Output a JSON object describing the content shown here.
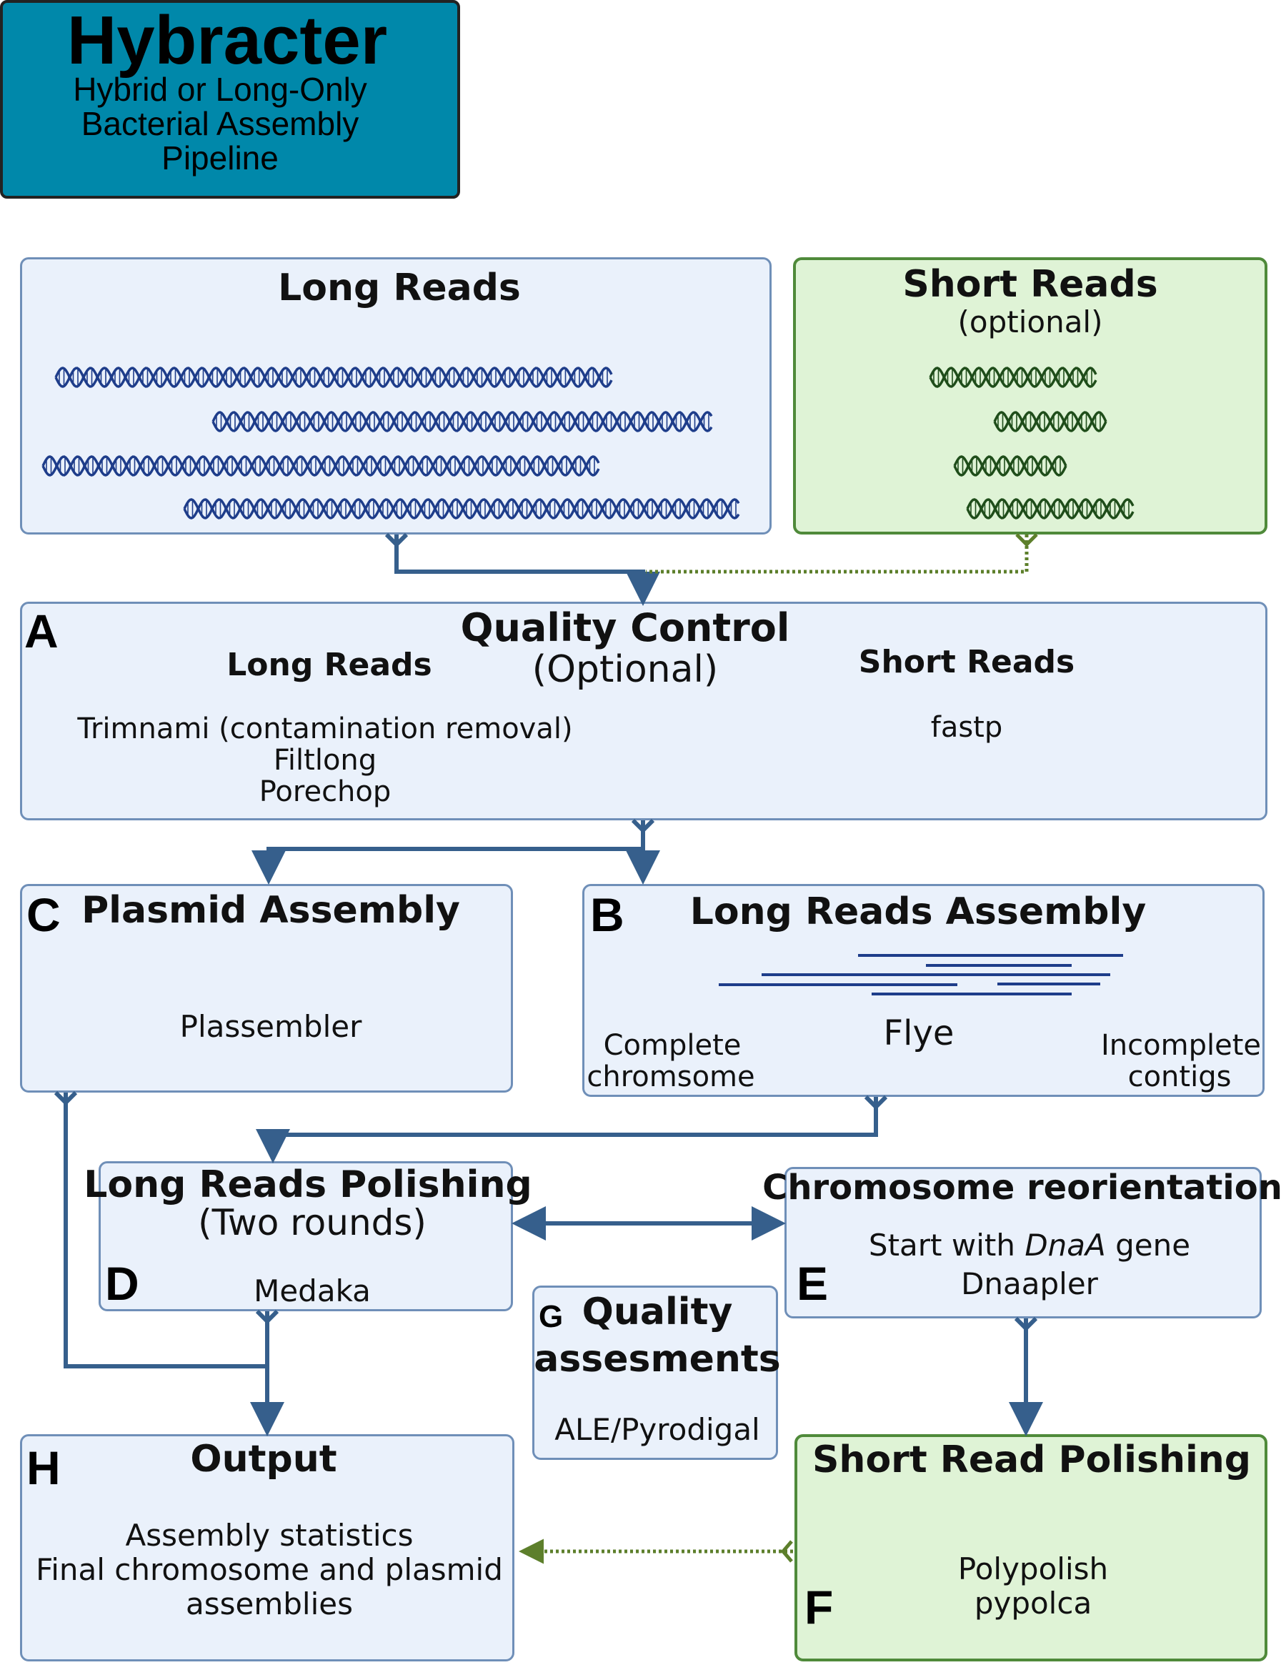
{
  "colors": {
    "title_bg": "#0088aa",
    "blue_box": "#eaf1fb",
    "blue_border": "#6f8fb8",
    "green_box": "#dff3d6",
    "green_border": "#4f8a3a",
    "connector": "#365f8c",
    "optional_connector": "#5d7f2b",
    "long_dna": "#1e3d8a",
    "short_dna": "#1f4d1a"
  },
  "title": {
    "name": "Hybracter",
    "line1": "Hybrid or Long-Only",
    "line2": "Bacterial Assembly",
    "line3": "Pipeline"
  },
  "long_reads_input": {
    "heading": "Long Reads",
    "icon": "dna-helix-icon"
  },
  "short_reads_input": {
    "heading": "Short Reads",
    "subheading": "(optional)",
    "icon": "dna-helix-icon"
  },
  "quality_control": {
    "letter": "A",
    "heading": "Quality Control",
    "subheading": "(Optional)",
    "long_label": "Long Reads",
    "long_tools": [
      "Trimnami (contamination removal)",
      "Filtlong",
      "Porechop"
    ],
    "short_label": "Short Reads",
    "short_tool": "fastp"
  },
  "plasmid_assembly": {
    "letter": "C",
    "heading": "Plasmid Assembly",
    "tool": "Plassembler"
  },
  "long_reads_assembly": {
    "letter": "B",
    "heading": "Long Reads Assembly",
    "tool": "Flye",
    "left_note": [
      "Complete",
      "chromsome"
    ],
    "right_note": [
      "Incomplete",
      "contigs"
    ]
  },
  "long_reads_polishing": {
    "letter": "D",
    "heading": "Long Reads Polishing",
    "subheading": "(Two rounds)",
    "tool": "Medaka"
  },
  "chromosome_reorientation": {
    "letter": "E",
    "heading": "Chromosome reorientation",
    "line_prefix": "Start with ",
    "line_gene": "DnaA",
    "line_suffix": " gene",
    "tool": "Dnaapler"
  },
  "quality_assessments": {
    "letter": "G",
    "heading_line1": "Quality",
    "heading_line2": "assesments",
    "tool": "ALE/Pyrodigal"
  },
  "output": {
    "letter": "H",
    "heading": "Output",
    "lines": [
      "Assembly statistics",
      "Final chromosome and plasmid",
      "assemblies"
    ]
  },
  "short_read_polishing": {
    "letter": "F",
    "heading": "Short Read Polishing",
    "tools": [
      "Polypolish",
      "pypolca"
    ]
  }
}
